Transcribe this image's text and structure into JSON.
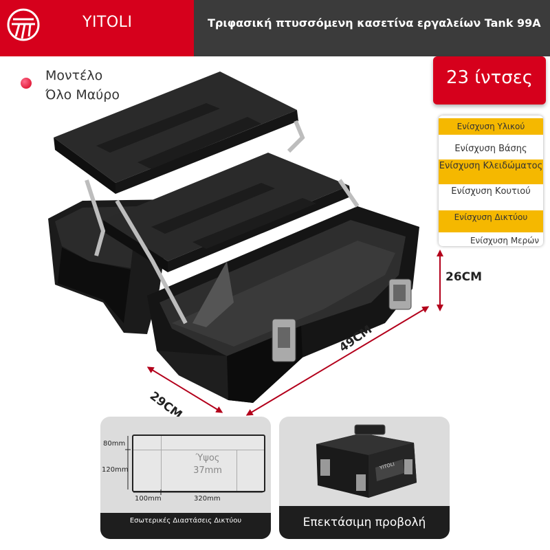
{
  "header": {
    "brand": "YITOLI",
    "title": "Τριφασική πτυσσόμενη κασετίνα εργαλείων Tank 99A"
  },
  "model": {
    "label": "Μοντέλο Όλο Μαύρο",
    "color": "#d6001c"
  },
  "size_badge": "23 ίντσες",
  "features": [
    {
      "label": "Ενίσχυση Υλικού",
      "highlight": true
    },
    {
      "label": "Ενίσχυση Βάσης",
      "highlight": false
    },
    {
      "label": "Ενίσχυση Κλειδώματος",
      "highlight": true
    },
    {
      "label": "Ενίσχυση Κουτιού",
      "highlight": false
    },
    {
      "label": "Ενίσχυση Δικτύου",
      "highlight": true
    },
    {
      "label": "Ενίσχυση Μερών",
      "highlight": false
    }
  ],
  "dimensions": {
    "height": "26CM",
    "length": "49CM",
    "width": "29CM"
  },
  "inner_panel": {
    "h1": "80mm",
    "h2": "120mm",
    "w1": "100mm",
    "w2": "320mm",
    "depth": "Ύψος 37mm",
    "caption": "Εσωτερικές Διαστάσεις Δικτύου"
  },
  "expanded_panel": {
    "caption": "Επεκτάσιμη προβολή",
    "mini_brand": "YITOLI"
  },
  "colors": {
    "brand_red": "#d6001c",
    "header_dark": "#3b3b3b",
    "highlight": "#f5b800",
    "dimension_arrow": "#b3001b"
  }
}
